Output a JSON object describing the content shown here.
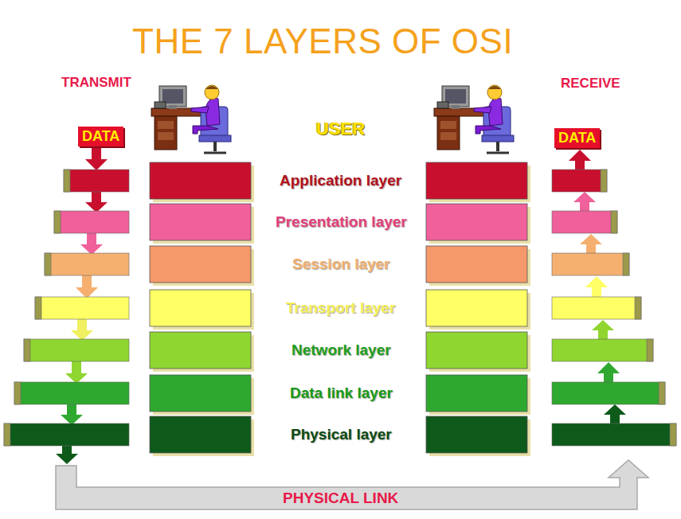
{
  "diagram": {
    "title": "THE 7 LAYERS OF OSI",
    "nodes": [
      {
        "text": [
          "DATA"
        ]
      },
      {
        "text": [
          "DATA"
        ]
      }
    ],
    "labels": [
      "TRANSMIT",
      "RECEIVE",
      "USER",
      "Application layer",
      "Presentation layer",
      "Session layer",
      "Transport layer",
      "Network layer",
      "Data link layer",
      "Physical layer",
      "PHYSICAL LINK"
    ]
  }
}
